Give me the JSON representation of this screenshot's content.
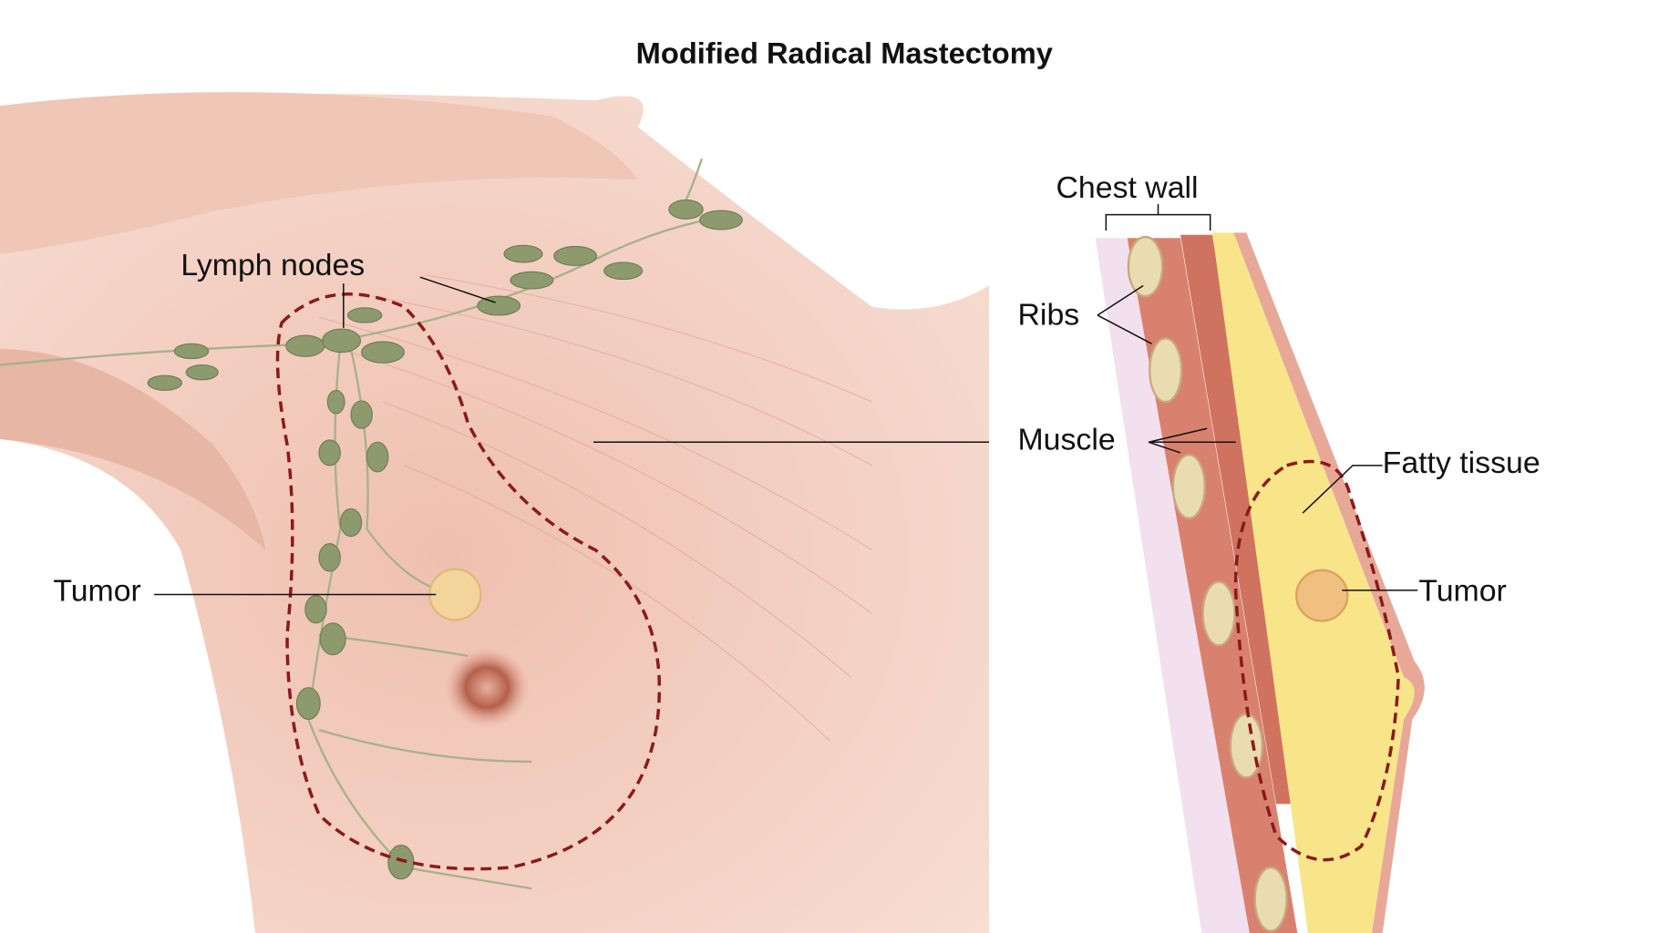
{
  "title": "Modified Radical Mastectomy",
  "front_view": {
    "labels": {
      "lymph_nodes": "Lymph nodes",
      "tumor": "Tumor"
    }
  },
  "cross_section": {
    "labels": {
      "chest_wall": "Chest wall",
      "ribs": "Ribs",
      "muscle": "Muscle",
      "fatty_tissue": "Fatty tissue",
      "tumor": "Tumor"
    }
  },
  "colors": {
    "skin": "#f2cbbd",
    "skin_light": "#fae6de",
    "lymph_node": "#8c9a6e",
    "incision_outline": "#8b1a1a",
    "tumor": "#f3d49a",
    "fat": "#f8e58a",
    "muscle": "#d9816f",
    "rib": "#e9dcb0"
  }
}
